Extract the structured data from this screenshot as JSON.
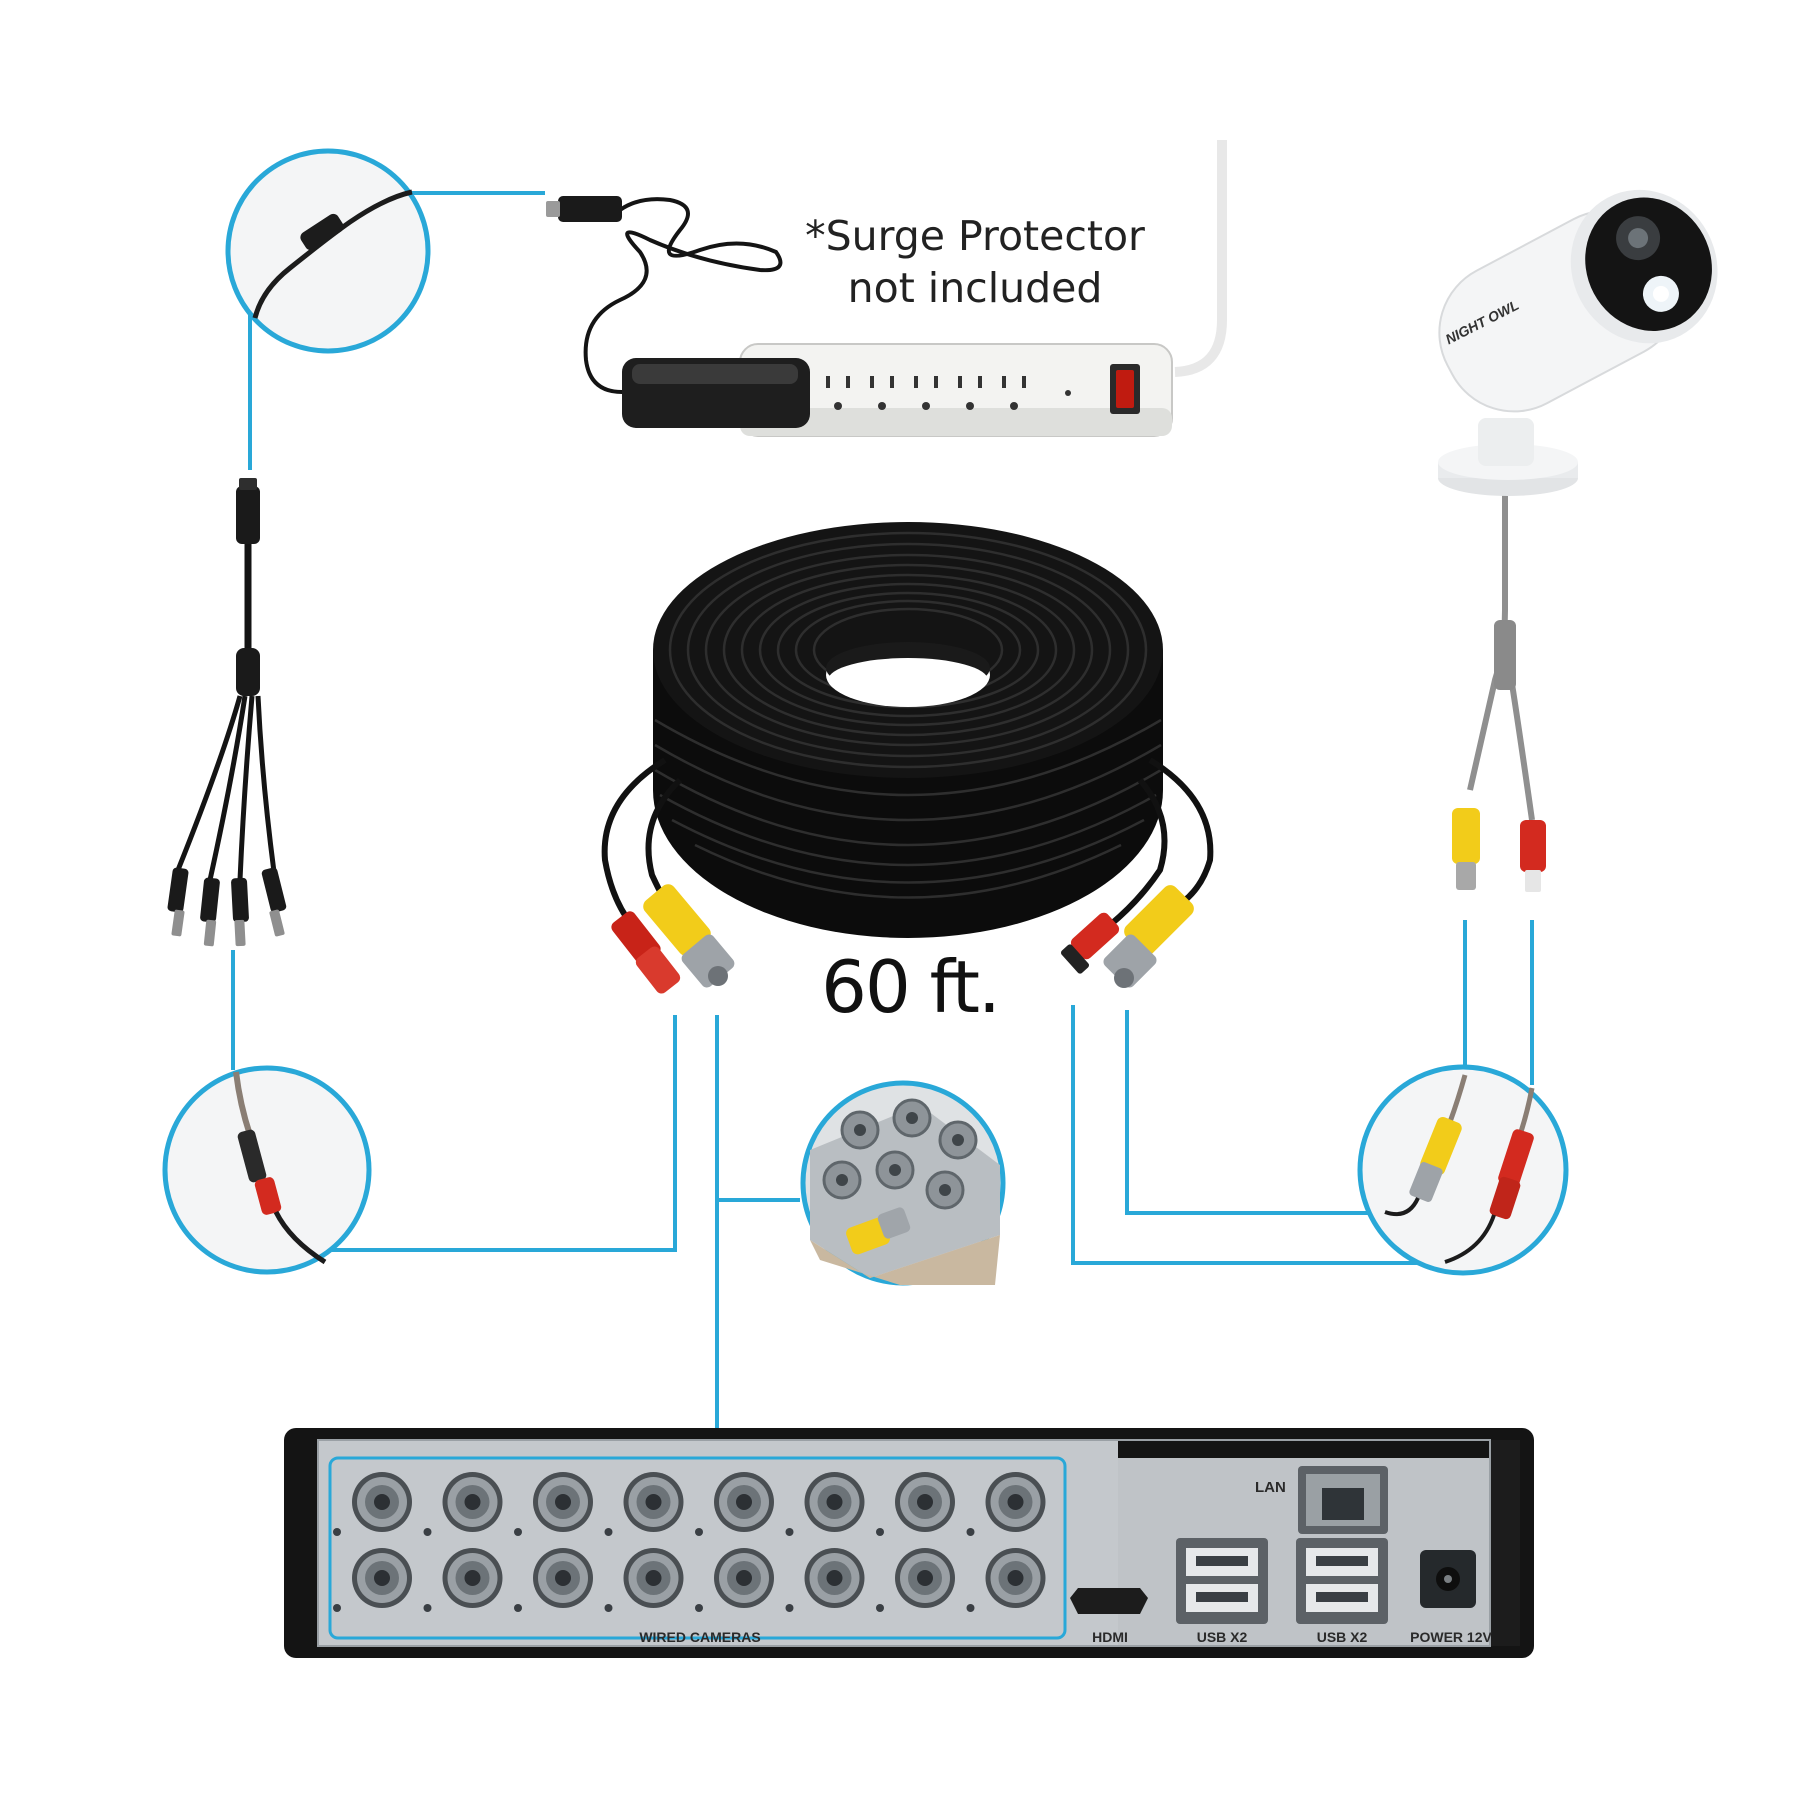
{
  "diagram": {
    "note_line1": "*Surge Protector",
    "note_line2": "not included",
    "cable_length": "60 ft.",
    "camera_brand": "NIGHT OWL",
    "dvr_labels": {
      "lan": "LAN",
      "wired_cameras": "WIRED CAMERAS",
      "hdmi": "HDMI",
      "usb_left": "USB X2",
      "usb_right": "USB X2",
      "power": "POWER 12V"
    }
  },
  "colors": {
    "connector_line": "#29a8d8",
    "cable": "#111111",
    "video_plug": "#f2cc1a",
    "power_plug": "#d32a1f",
    "dvr_body": "#141414",
    "dvr_panel": "#bfc3c7"
  },
  "components": [
    "power-adapter",
    "surge-protector",
    "power-splitter",
    "bnc-cable-coil",
    "bullet-camera",
    "dvr-recorder"
  ]
}
